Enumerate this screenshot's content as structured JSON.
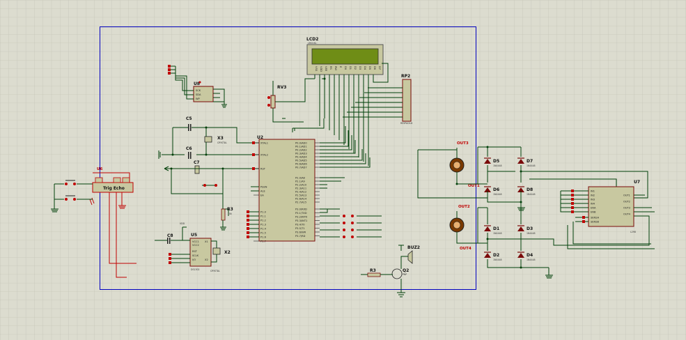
{
  "labels": {
    "lcd_ref": "LCD2",
    "lcd_type": "LM016L",
    "rp_ref": "RP2",
    "rv_ref": "RV3",
    "u8_ref": "U8",
    "c5_ref": "C5",
    "c6_ref": "C6",
    "c7_ref": "C7",
    "c8_ref": "C8",
    "x3_ref": "X3",
    "x3_type": "CRYSTAL",
    "x2_ref": "X2",
    "x2_type": "CRYSTAL",
    "u2_ref": "U2",
    "r3a_ref": "R3",
    "r3a_val": "10k",
    "r3b_ref": "R3",
    "u5_ref": "U5",
    "u5_type": "DS1302",
    "u6_ref": "U6",
    "u6_pins": "Trig Echo",
    "buz_ref": "BUZ2",
    "q2_ref": "Q2",
    "q2_type": "PNP",
    "u7_ref": "U7",
    "u7_type": "L298",
    "out1": "OUT1",
    "out2": "OUT2",
    "out3": "OUT3",
    "out4": "OUT4",
    "d1": "D1",
    "d2": "D2",
    "d3": "D3",
    "d4": "D4",
    "d5": "D5",
    "d6": "D6",
    "d7": "D7",
    "d8": "D8",
    "vdd": "VDD",
    "diode_type": "1N4448"
  },
  "u2_left_pins": [
    "XTAL1",
    "XTAL2",
    "RST",
    "PSEN",
    "ALE",
    "EA",
    "P1.0",
    "P1.1",
    "P1.2",
    "P1.3",
    "P1.4",
    "P1.5",
    "P1.6",
    "P1.7"
  ],
  "u2_right_pins": [
    "P0.0/AD0",
    "P0.1/AD1",
    "P0.2/AD2",
    "P0.3/AD3",
    "P0.4/AD4",
    "P0.5/AD5",
    "P0.6/AD6",
    "P0.7/AD7",
    "P2.0/A8",
    "P2.1/A9",
    "P2.2/A10",
    "P2.3/A11",
    "P2.4/A12",
    "P2.5/A13",
    "P2.6/A14",
    "P2.7/A15",
    "P3.0/RXD",
    "P3.1/TXD",
    "P3.2/INT0",
    "P3.3/INT1",
    "P3.4/T0",
    "P3.5/T1",
    "P3.6/WR",
    "P3.7/RD"
  ],
  "u7_left_pins": [
    "IN1",
    "IN2",
    "IN3",
    "IN4",
    "ENA",
    "ENB",
    "SENSA",
    "SENSB"
  ],
  "u7_right_pins": [
    "OUT1",
    "OUT2",
    "OUT3",
    "OUT4"
  ],
  "u5_pins": [
    "VCC1",
    "VCC2",
    "RST",
    "SCLK",
    "I/O",
    "X1",
    "X2"
  ],
  "u8_pins": [
    "SCK",
    "SDA",
    "WP"
  ],
  "lcd_pins": [
    "VSS",
    "VDD",
    "VEE",
    "RS",
    "RW",
    "E",
    "D0",
    "D1",
    "D2",
    "D3",
    "D4",
    "D5",
    "D6",
    "D7"
  ],
  "colors": {
    "background": "#dcdccf",
    "sheet_border": "#0000c0",
    "wire": "#00400a",
    "component_body": "#c8c8a0",
    "component_outline": "#7a0a0a",
    "lcd_screen": "#6f8d16",
    "highlight_wire": "#c00000"
  }
}
